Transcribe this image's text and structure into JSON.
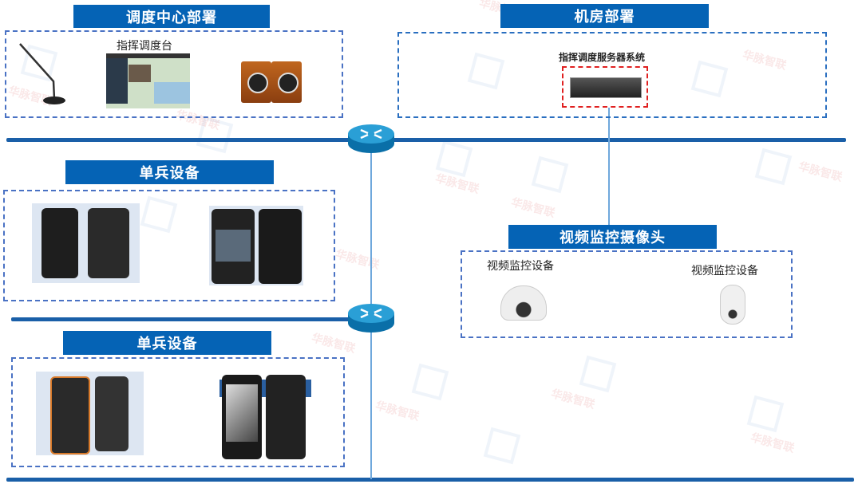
{
  "sections": {
    "dispatch_center": {
      "title": "调度中心部署",
      "console_label": "指挥调度台"
    },
    "server_room": {
      "title": "机房部署",
      "server_label": "指挥调度服务器系统"
    },
    "individual_1": {
      "title": "单兵设备"
    },
    "individual_2": {
      "title": "单兵设备"
    },
    "cameras": {
      "title": "视频监控摄像头",
      "camera_1_label": "视频监控设备",
      "camera_2_label": "视频监控设备"
    }
  },
  "watermark": "华脉智联",
  "colors": {
    "title_bg": "#0563b5",
    "bus": "#1a5fa8",
    "dash": "#4a72c4",
    "server_highlight": "#e02020"
  }
}
